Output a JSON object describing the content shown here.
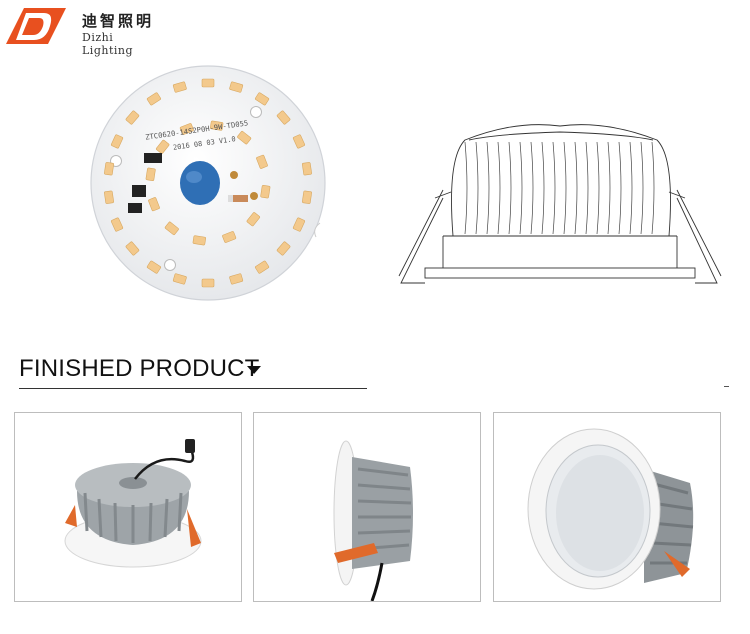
{
  "brand": {
    "name_cn": "迪智照明",
    "name_en": "Dizhi Lighting",
    "logo_letter": "D",
    "accent": "#e8501f"
  },
  "pcb": {
    "silk_line1": "ZTC0620-14S2P0H-9W-TD055",
    "silk_line2": "2016 08 03  V1.0",
    "board_color": "#f2f3f5",
    "led_color": "#f3c98c",
    "capacitor_color": "#2f6fb5"
  },
  "section": {
    "title": "FINISHED PRODUCT",
    "arrow_icon": "caret-down-icon"
  },
  "products": [
    {
      "view": "back"
    },
    {
      "view": "side"
    },
    {
      "view": "front"
    }
  ]
}
